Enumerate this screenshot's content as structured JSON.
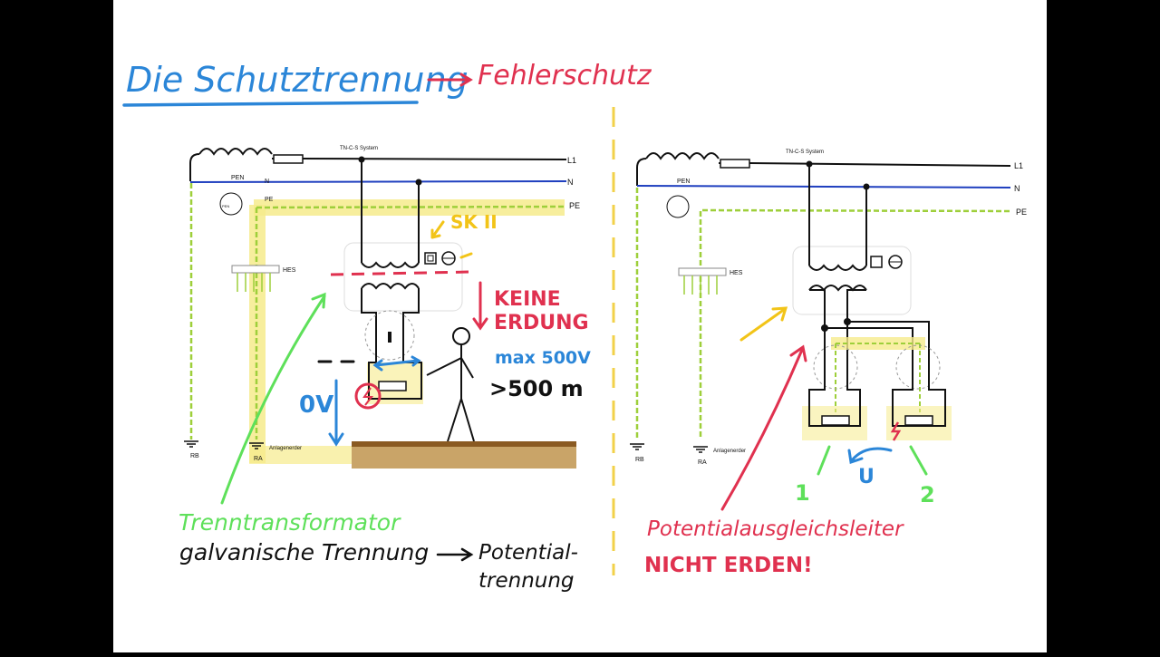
{
  "title": {
    "main": "Die Schutztrennung",
    "arrow_target": "Fehlerschutz"
  },
  "colors": {
    "background_outer": "#000000",
    "board": "#ffffff",
    "wire_l1": "#111111",
    "wire_n": "#1f3fbf",
    "wire_pe": "#9ecf3a",
    "highlight_yellow": "#f6eb8c",
    "ink_blue": "#2b86d8",
    "ink_red": "#e0314f",
    "ink_green": "#5ee05a",
    "ink_yellow": "#f2c418",
    "ground": "#c9a468"
  },
  "left_diagram": {
    "system_label": "TN-C-S System",
    "l1": "L1",
    "n": "N",
    "pe": "PE",
    "pen": "PEN",
    "pen_small": "PEN",
    "n_small": "N",
    "pe_small": "PE",
    "hes": "HES",
    "rb": "RB",
    "ra": "RA",
    "anlagenerder": "Anlagenerder",
    "annotations": {
      "sk2": "SK II",
      "keine": "KEINE",
      "erdung": "ERDUNG",
      "max_voltage": "max 500V",
      "length": ">500 m",
      "zero_volt": "0V"
    }
  },
  "right_diagram": {
    "system_label": "TN-C-S System",
    "l1": "L1",
    "n": "N",
    "pe": "PE",
    "pen": "PEN",
    "hes": "HES",
    "rb": "RB",
    "ra": "RA",
    "anlagenerder": "Anlagenerder",
    "annotations": {
      "device_1": "1",
      "device_2": "2",
      "voltage_u": "U"
    }
  },
  "bottom_notes": {
    "transformer": "Trenntransformator",
    "galvanic_line1": "galvanische Trennung",
    "galvanic_line2a": "Potential-",
    "galvanic_line2b": "trennung",
    "equipotential": "Potentialausgleichsleiter",
    "not_ground": "NICHT ERDEN!"
  }
}
